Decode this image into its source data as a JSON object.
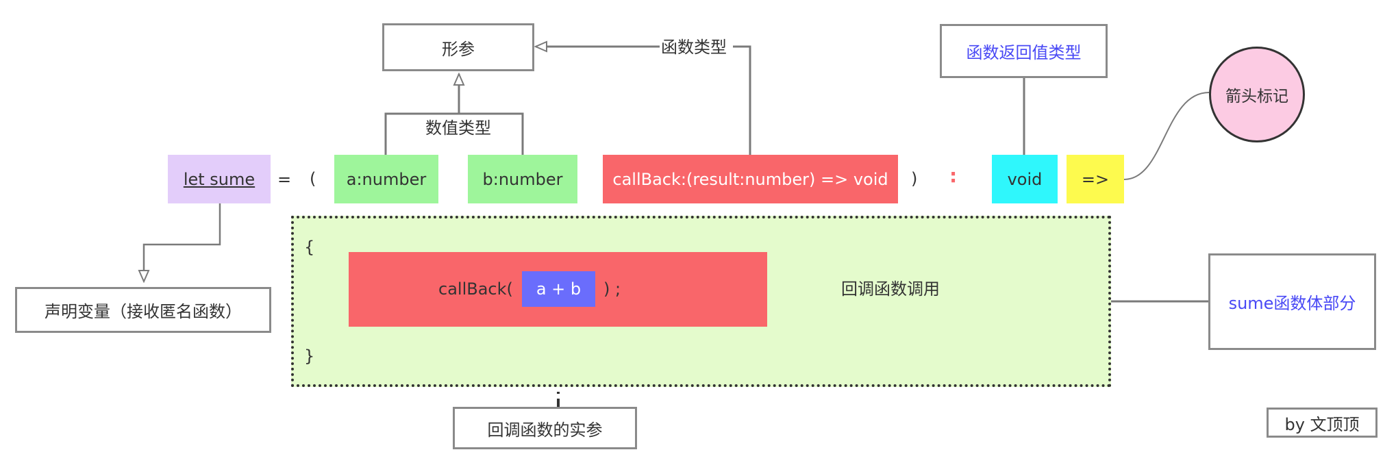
{
  "diagram": {
    "param_box": "形参",
    "value_type_label": "数值类型",
    "func_type_label": "函数类型",
    "return_type_box": "函数返回值类型",
    "arrow_mark_label": "箭头标记",
    "declaration": "let sume",
    "equals": "=",
    "open_paren": "(",
    "param_a": "a:number",
    "param_b": "b:number",
    "callback_param": "callBack:(result:number) => void",
    "close_paren": ")",
    "colon": ":",
    "return_void": "void",
    "arrow_token": "=>",
    "declare_box": "声明变量（接收匿名函数）",
    "body_open_brace": "{",
    "body_close_brace": "}",
    "callback_call_prefix": "callBack(",
    "callback_call_arg": "a + b",
    "callback_call_suffix": ") ;",
    "callback_invoke_label": "回调函数调用",
    "body_part_box": "sume函数体部分",
    "actual_arg_box": "回调函数的实参",
    "author": "by 文顶顶"
  },
  "colors": {
    "declaration_bg": "#e3cdfa",
    "param_bg": "#9ef59b",
    "callback_bg": "#f9666a",
    "void_bg": "#2ff7fc",
    "arrow_bg": "#fdfa4e",
    "body_bg": "#e4fbcc",
    "arg_bg": "#6a6dfc",
    "circle_bg": "#fccbe3",
    "blue_text": "#4848f5",
    "colon_red": "#f9666a"
  }
}
